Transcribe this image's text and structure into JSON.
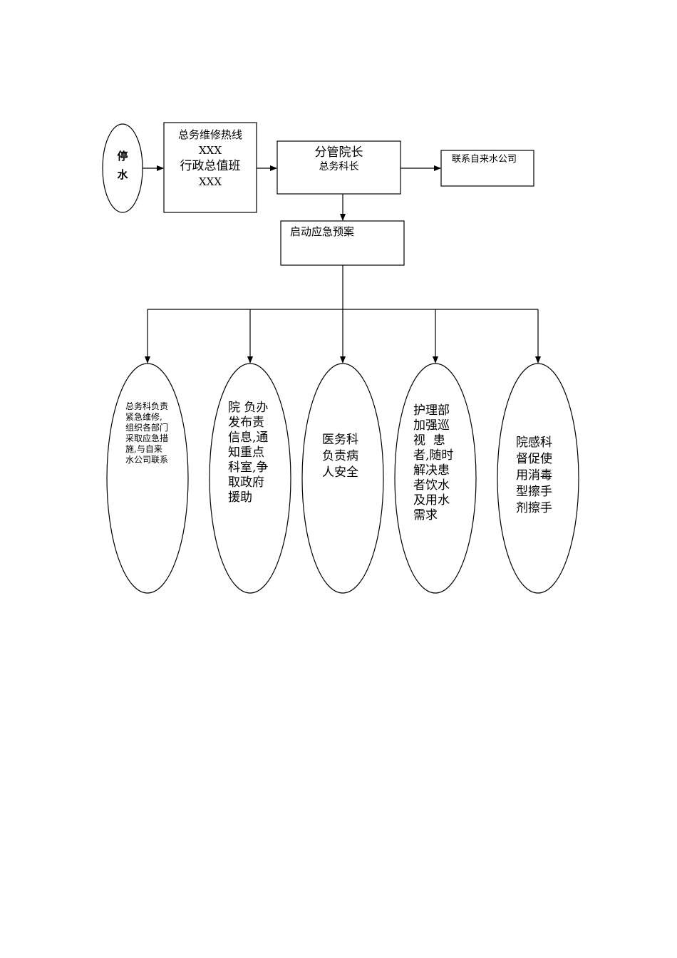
{
  "diagram": {
    "start": {
      "line1": "停",
      "line2": "水"
    },
    "hotline": {
      "line1": "总务维修热线",
      "line2": "XXX",
      "line3": "行政总值班",
      "line4": "XXX"
    },
    "dean": {
      "line1": "分管院长",
      "line2": "总务科长"
    },
    "water_company": {
      "label": "联系自来水公司"
    },
    "emergency_plan": {
      "label": "启动应急预案"
    },
    "outcomes": [
      {
        "text": "总务科负责紧急维修,组织各部门采取应急措施,与自来水公司联系"
      },
      {
        "text": "院 负办发布责信息,通知重点  科室,争取政府援助"
      },
      {
        "text": "医务科负责病人安全"
      },
      {
        "text": "护理部加强巡视  患者,随时解决患者饮水及用水需求"
      },
      {
        "text": "院感科督促使用消毒型擦手剂擦手"
      }
    ]
  }
}
